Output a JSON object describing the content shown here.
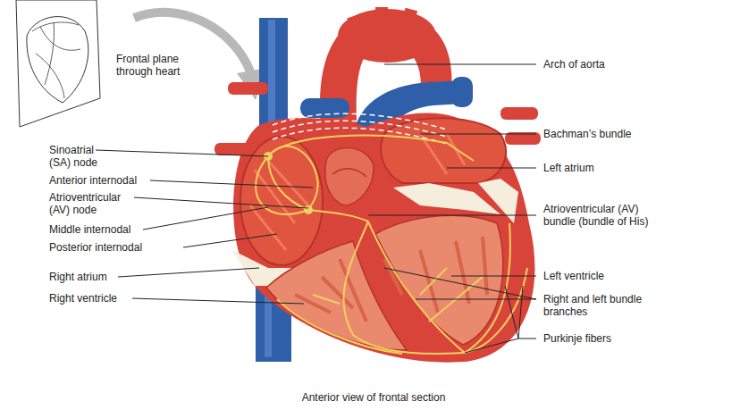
{
  "diagram": {
    "caption": "Anterior view of frontal section",
    "labels": [
      "Frontal plane through heart",
      "Sinoatrial (SA) node",
      "Anterior internodal",
      "Atrioventricular (AV) node",
      "Middle internodal",
      "Posterior internodal",
      "Right atrium",
      "Right ventricle",
      "Arch of aorta",
      "Bachman’s bundle",
      "Left atrium",
      "Atrioventricular (AV) bundle (bundle of His)",
      "Left ventricle",
      "Right and left bundle branches",
      "Purkinje fibers"
    ]
  }
}
